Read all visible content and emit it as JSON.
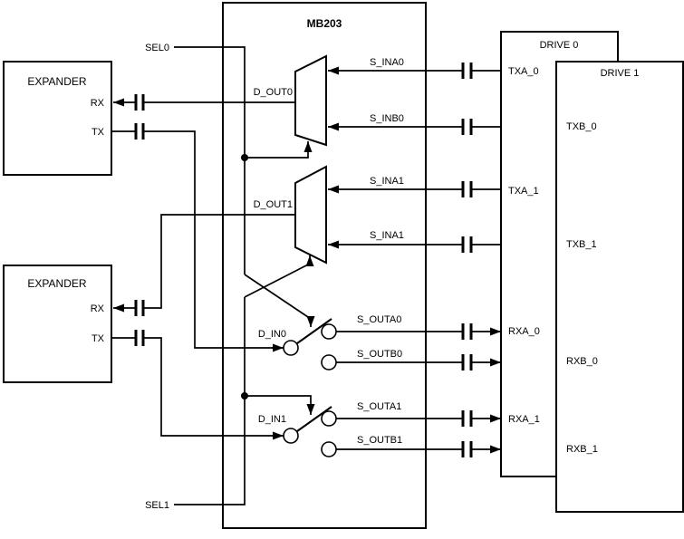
{
  "diagram": {
    "mb203": {
      "title": "MB203",
      "d_out0": "D_OUT0",
      "d_out1": "D_OUT1",
      "d_in0": "D_IN0",
      "d_in1": "D_IN1",
      "s_ina0": "S_INA0",
      "s_inb0": "S_INB0",
      "s_ina1_upper": "S_INA1",
      "s_ina1_lower": "S_INA1",
      "s_outa0": "S_OUTA0",
      "s_outb0": "S_OUTB0",
      "s_outa1": "S_OUTA1",
      "s_outb1": "S_OUTB1"
    },
    "sel0": "SEL0",
    "sel1": "SEL1",
    "expander_top": {
      "title": "EXPANDER",
      "rx": "RX",
      "tx": "TX"
    },
    "expander_bottom": {
      "title": "EXPANDER",
      "rx": "RX",
      "tx": "TX"
    },
    "drive0": {
      "title": "DRIVE 0",
      "txa_0": "TXA_0",
      "txa_1": "TXA_1",
      "rxa_0": "RXA_0",
      "rxa_1": "RXA_1"
    },
    "drive1": {
      "title": "DRIVE 1",
      "txb_0": "TXB_0",
      "txb_1": "TXB_1",
      "rxb_0": "RXB_0",
      "rxb_1": "RXB_1"
    },
    "colors": {
      "line": "#000000",
      "background": "#ffffff"
    }
  }
}
